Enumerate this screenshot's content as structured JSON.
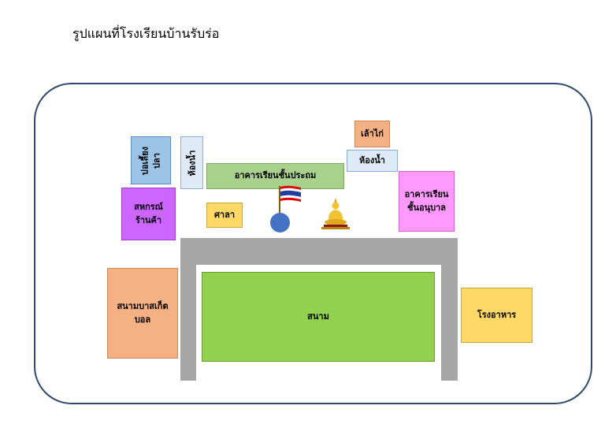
{
  "title": "รูปแผนที่โรงเรียนบ้านรับร่อ",
  "buildings": {
    "fish_pond": {
      "line1": "บ่อเลี้ยง",
      "line2": "ปลา"
    },
    "restroom_left": "ห้องน้ำ",
    "chicken_coop": "เล้าไก่",
    "restroom_right": "ห้องน้ำ",
    "primary_building": "อาคารเรียนชั้นประถม",
    "coop_store": {
      "line1": "สหกรณ์",
      "line2": "ร้านค้า"
    },
    "pavilion": "ศาลา",
    "kindergarten": {
      "line1": "อาคารเรียน",
      "line2": "ชั้นอนุบาล"
    },
    "basketball_court": {
      "line1": "สนามบาสเก็ต",
      "line2": "บอล"
    },
    "field": "สนาม",
    "cafeteria": "โรงอาหาร"
  },
  "colors": {
    "blue_box": "#9dc3e6",
    "light_blue_box": "#deebf7",
    "orange_box": "#f4b183",
    "green_box": "#a9d18e",
    "purple_box": "#cc66ff",
    "yellow_box": "#ffd966",
    "pink_box": "#ff99ff",
    "field_green": "#92d050",
    "path_gray": "#a6a6a6",
    "border": "#2f4a6f"
  },
  "icons": [
    "thai-flag-icon",
    "buddha-statue-icon"
  ]
}
